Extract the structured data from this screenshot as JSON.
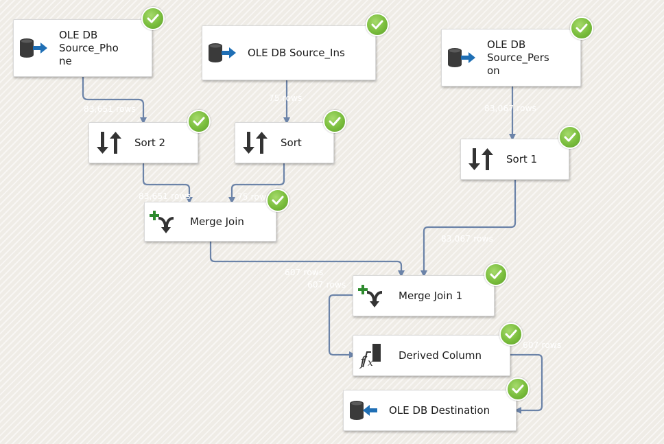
{
  "colors": {
    "flow_arrow": "#6b83a8",
    "success_check": "#79bd3c",
    "task_background": "#ffffff",
    "canvas_background": "#efece6"
  },
  "tasks": {
    "source_phone": {
      "label": "OLE DB\nSource_Pho\nne",
      "icon": "database-source-icon",
      "status": "success-check-icon"
    },
    "source_ins": {
      "label": "OLE DB Source_Ins",
      "icon": "database-source-icon",
      "status": "success-check-icon"
    },
    "source_person": {
      "label": "OLE DB\nSource_Pers\non",
      "icon": "database-source-icon",
      "status": "success-check-icon"
    },
    "sort2": {
      "label": "Sort 2",
      "icon": "sort-icon",
      "status": "success-check-icon"
    },
    "sort": {
      "label": "Sort",
      "icon": "sort-icon",
      "status": "success-check-icon"
    },
    "sort1": {
      "label": "Sort 1",
      "icon": "sort-icon",
      "status": "success-check-icon"
    },
    "merge_join": {
      "label": "Merge Join",
      "icon": "merge-join-icon",
      "status": "success-check-icon"
    },
    "merge_join1": {
      "label": "Merge Join 1",
      "icon": "merge-join-icon",
      "status": "success-check-icon"
    },
    "derived_column": {
      "label": "Derived Column",
      "icon": "derived-column-icon",
      "status": "success-check-icon"
    },
    "destination": {
      "label": "OLE DB Destination",
      "icon": "database-destination-icon",
      "status": "success-check-icon"
    }
  },
  "flows": {
    "phone_to_sort2": "83,651 rows",
    "ins_to_sort": "75 rows",
    "person_to_sort1": "83,067 rows",
    "sort2_to_merge": "83,651 rows",
    "sort_to_merge": "75 rows",
    "sort1_to_merge1": "83,067 rows",
    "merge_to_merge1": "607 rows",
    "merge1_to_derived": "607 rows",
    "derived_to_dest": "607 rows"
  }
}
